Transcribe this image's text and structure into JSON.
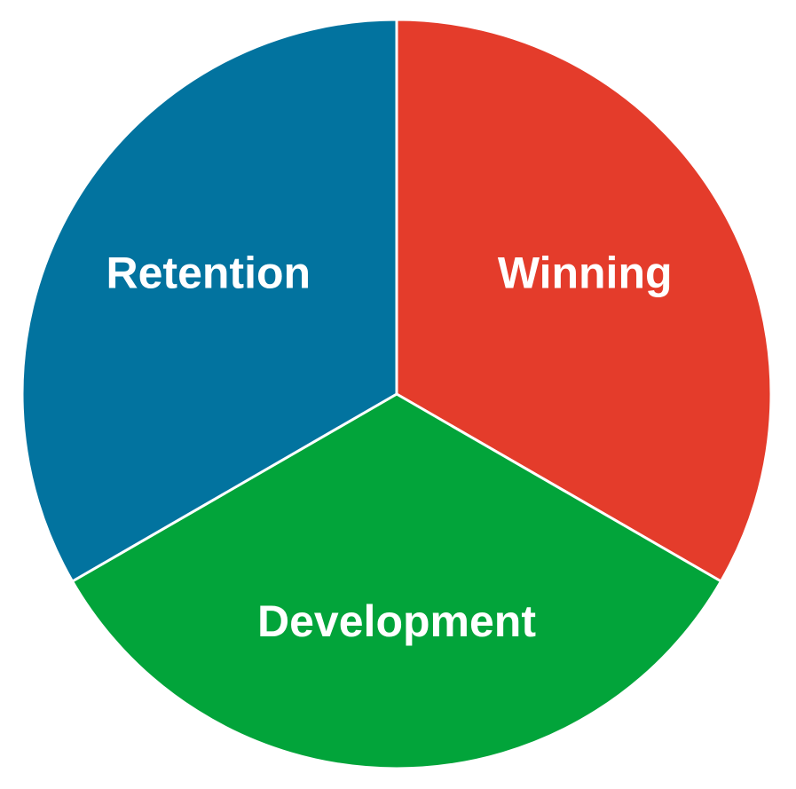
{
  "chart_data": {
    "type": "pie",
    "title": "",
    "categories": [
      "Winning",
      "Development",
      "Retention"
    ],
    "values": [
      1,
      1,
      1
    ],
    "colors": [
      "#e43c2b",
      "#02a43a",
      "#02739f"
    ],
    "legend": "none"
  }
}
